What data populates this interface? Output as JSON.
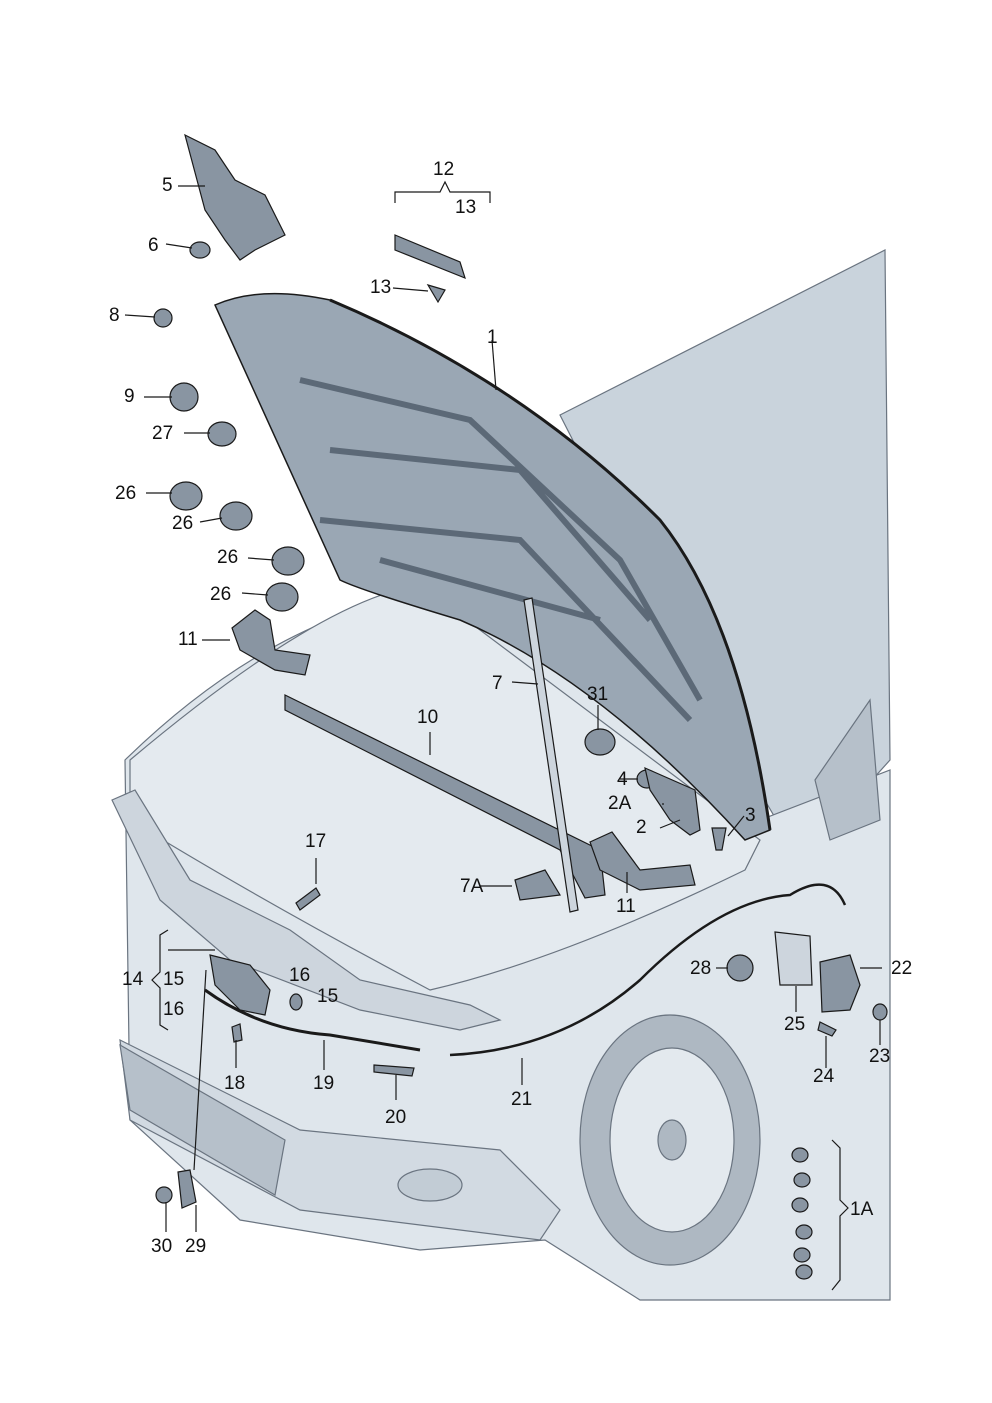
{
  "labels": {
    "l1": "1",
    "l1A": "1A",
    "l2": "2",
    "l2A": "2A",
    "l3": "3",
    "l4": "4",
    "l5": "5",
    "l6": "6",
    "l7": "7",
    "l7A": "7A",
    "l8": "8",
    "l9": "9",
    "l10": "10",
    "l11a": "11",
    "l11b": "11",
    "l12": "12",
    "l13a": "13",
    "l13b": "13",
    "l14": "14",
    "l15a": "15",
    "l15b": "15",
    "l16a": "16",
    "l16b": "16",
    "l17": "17",
    "l18": "18",
    "l19": "19",
    "l20": "20",
    "l21": "21",
    "l22": "22",
    "l23": "23",
    "l24": "24",
    "l25": "25",
    "l26a": "26",
    "l26b": "26",
    "l26c": "26",
    "l26d": "26",
    "l27": "27",
    "l28": "28",
    "l29": "29",
    "l30": "30",
    "l31": "31"
  },
  "colors": {
    "line": "#1a1a1a",
    "car_fill": "#dfe6ec",
    "car_shade": "#c9d3dc",
    "hood_underside": "#9aa7b4",
    "hood_dark": "#6f7d8b",
    "part_fill": "#8995a2",
    "part_light": "#cdd5dd"
  }
}
